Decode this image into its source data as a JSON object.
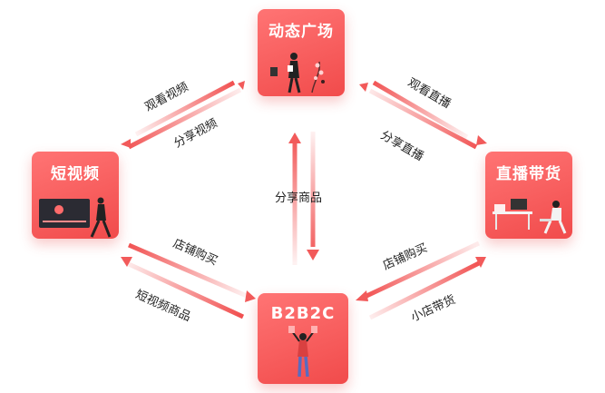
{
  "nodes": {
    "top": "动态广场",
    "left": "短视频",
    "right": "直播带货",
    "bottom": "B2B2C"
  },
  "links": {
    "left_top_outer": "观看视频",
    "left_top_inner": "分享视频",
    "top_right_outer": "观看直播",
    "top_right_inner": "分享直播",
    "top_bottom": "分享商品",
    "left_bottom_inner": "店铺购买",
    "left_bottom_outer": "短视频商品",
    "right_bottom_inner": "店铺购买",
    "right_bottom_outer": "小店带货"
  },
  "colors": {
    "accent": "#f14b4b",
    "arrow_head": "#f25a5a"
  }
}
